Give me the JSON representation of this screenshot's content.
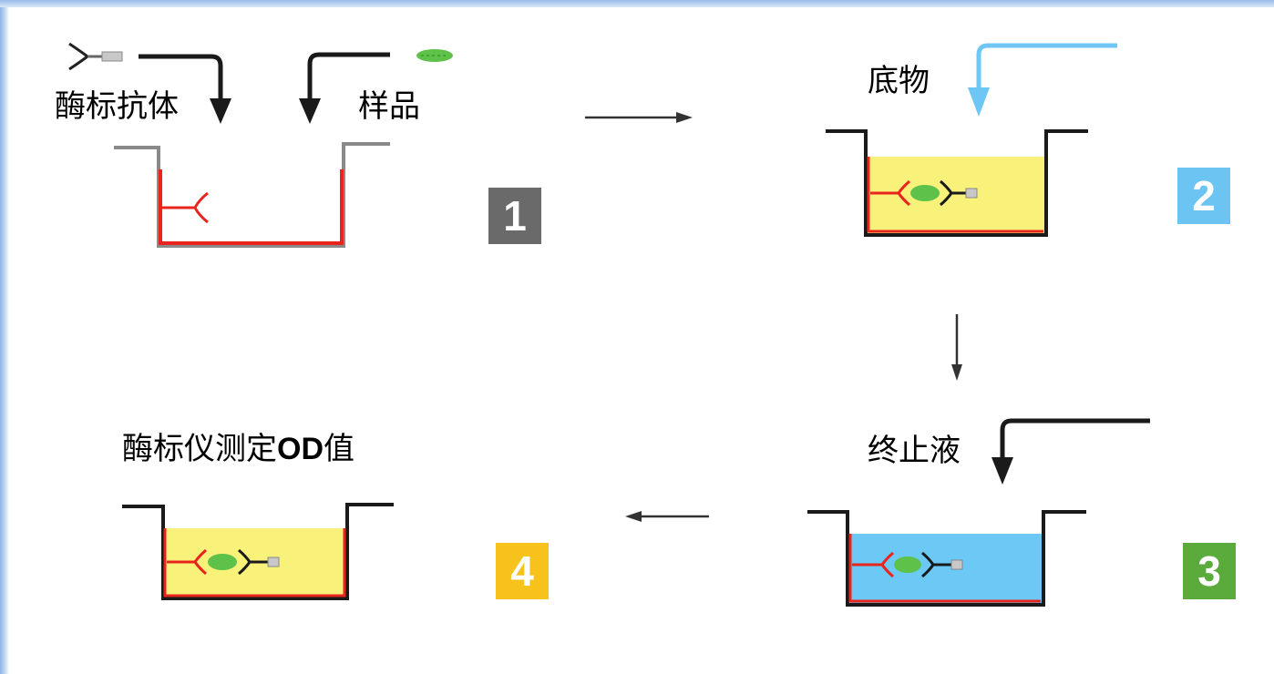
{
  "labels": {
    "enzyme_antibody": "酶标抗体",
    "sample": "样品",
    "substrate": "底物",
    "stop_solution": "终止液",
    "measure_prefix": "酶标仪测定",
    "measure_od": "OD",
    "measure_suffix": "值"
  },
  "steps": [
    {
      "number": "1",
      "color": "#6a6a6a"
    },
    {
      "number": "2",
      "color": "#6cc4f2"
    },
    {
      "number": "3",
      "color": "#5aaa3c"
    },
    {
      "number": "4",
      "color": "#f6c21b"
    }
  ],
  "colors": {
    "well_wall": "#1a1a1a",
    "coating": "#e8241c",
    "substrate_yellow": "#f9f27a",
    "stop_blue": "#6cc8f5",
    "antigen_green": "#5ec24a",
    "substrate_arrow": "#6ec6f4"
  }
}
